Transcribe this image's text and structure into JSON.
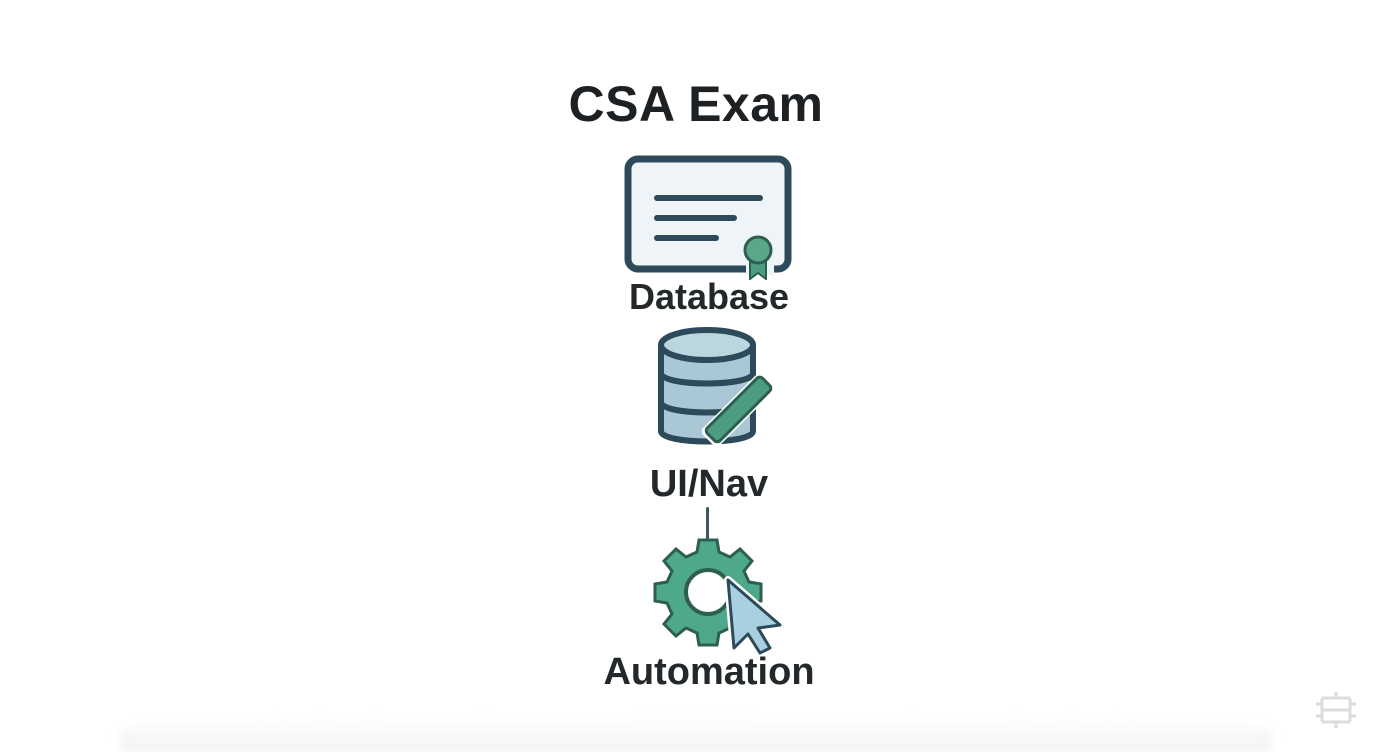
{
  "diagram": {
    "title": "CSA Exam",
    "nodes": [
      {
        "label": "Database",
        "icon": "certificate-icon"
      },
      {
        "label": "UI/Nav",
        "icon": "database-edit-icon"
      },
      {
        "label": "Automation",
        "icon": "gear-cursor-icon"
      }
    ],
    "connectors": [
      {
        "from": "UI/Nav",
        "to": "Automation"
      }
    ],
    "watermark_icon": "gear-logo-icon",
    "colors": {
      "outline": "#2d4a5a",
      "certificate_fill": "#eef4f7",
      "database_fill": "#a9c7d4",
      "accent_green": "#4c9c82",
      "cursor_fill": "#a8d0e0",
      "text": "#1f2326"
    }
  }
}
